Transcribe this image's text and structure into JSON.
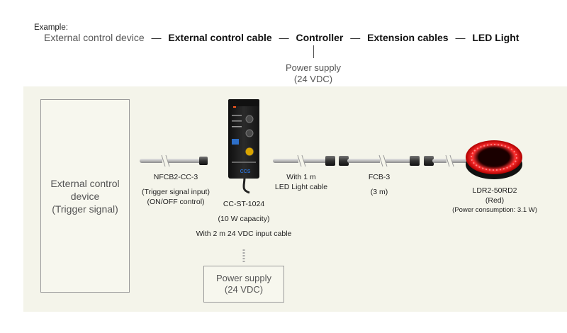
{
  "header": {
    "example_label": "Example:",
    "chain": {
      "external_device": "External control device",
      "external_cable": "External control cable",
      "controller": "Controller",
      "extension_cables": "Extension cables",
      "led_light": "LED Light",
      "dash": "—"
    },
    "power_supply": {
      "line1": "Power supply",
      "line2": "(24 VDC)"
    }
  },
  "diagram": {
    "external_device_box": {
      "line1": "External control",
      "line2": "device",
      "line3": "(Trigger signal)"
    },
    "nfcb": {
      "model": "NFCB2-CC-3",
      "line2": "(Trigger signal input)",
      "line3": "(ON/OFF control)"
    },
    "controller": {
      "model": "CC-ST-1024",
      "capacity": "(10 W capacity)",
      "cable": "With 2 m 24 VDC input cable",
      "brand": "CCS"
    },
    "led_cable": {
      "line1": "With 1 m",
      "line2": "LED Light cable"
    },
    "fcb": {
      "model": "FCB-3",
      "length": "(3 m)"
    },
    "ldr": {
      "model": "LDR2-50RD2",
      "color": "(Red)",
      "power": "(Power consumption: 3.1 W)"
    },
    "power_supply_box": {
      "line1": "Power supply",
      "line2": "(24 VDC)"
    }
  },
  "colors": {
    "panel_bg": "#f4f4ea",
    "box_border": "#9a9a9a",
    "led_red": "#e81818",
    "controller_body": "#1e1e1e"
  }
}
